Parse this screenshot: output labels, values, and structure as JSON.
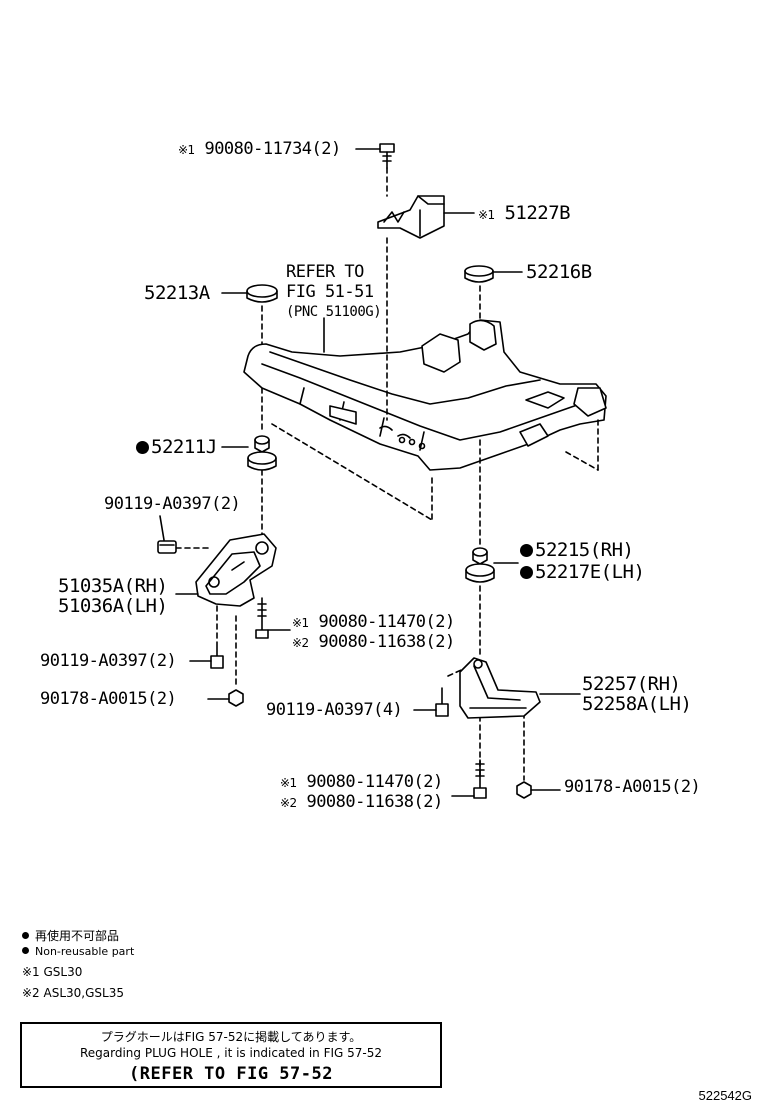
{
  "labels": {
    "bolt_top": {
      "mark": "※1",
      "text": "90080-11734(2)"
    },
    "bracket_51227B": {
      "mark": "※1",
      "text": "51227B"
    },
    "refer": {
      "line1": "REFER TO",
      "line2": "FIG 51-51",
      "line3": "(PNC 51100G)"
    },
    "cushion_52213A": "52213A",
    "cushion_52216B": "52216B",
    "cushion_52211J": "52211J",
    "bolt_90119_a": "90119-A0397(2)",
    "bracket_51035A": "51035A(RH)",
    "bracket_51036A": "51036A(LH)",
    "bolt_mid_1": {
      "mark": "※1",
      "text": "90080-11470(2)"
    },
    "bolt_mid_2": {
      "mark": "※2",
      "text": "90080-11638(2)"
    },
    "bolt_90119_b": "90119-A0397(2)",
    "nut_90178_a": "90178-A0015(2)",
    "cushion_52215": "52215(RH)",
    "cushion_52217E": "52217E(LH)",
    "bracket_52257": "52257(RH)",
    "bracket_52258A": "52258A(LH)",
    "bolt_90119_c": "90119-A0397(4)",
    "bolt_low_1": {
      "mark": "※1",
      "text": "90080-11470(2)"
    },
    "bolt_low_2": {
      "mark": "※2",
      "text": "90080-11638(2)"
    },
    "nut_90178_b": "90178-A0015(2)"
  },
  "legend": {
    "non_reusable_jp": "再使用不可部品",
    "non_reusable_en": "Non-reusable part",
    "note1": "※1 GSL30",
    "note2": "※2 ASL30,GSL35"
  },
  "note_box": {
    "line_jp": "プラグホールはFIG 57‐52に掲載してあります。",
    "line_en": "Regarding PLUG HOLE , it is indicated in FIG 57‐52",
    "line_ref": "(REFER TO FIG 57-52"
  },
  "figure_id": "522542G"
}
